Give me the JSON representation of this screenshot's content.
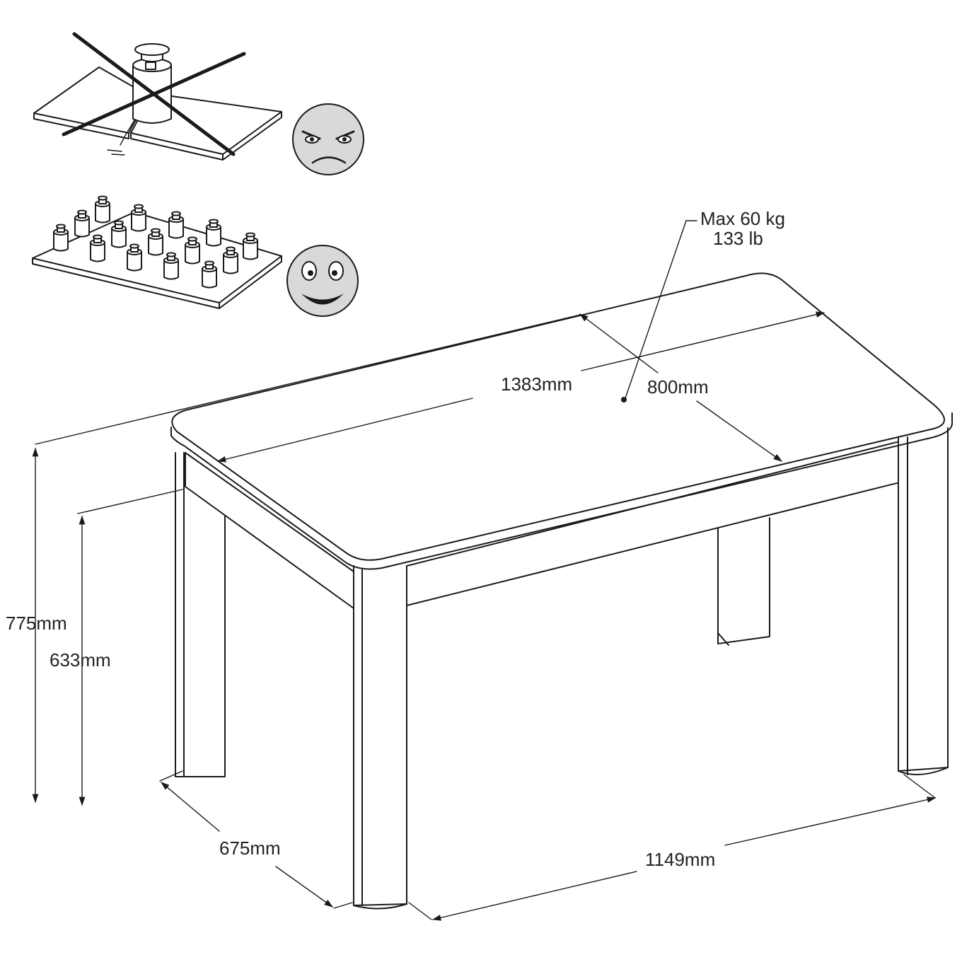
{
  "labels": {
    "max_load": "Max 60 kg",
    "max_load_lb": "133 lb",
    "top_length": "1383mm",
    "top_width": "800mm",
    "total_height": "775mm",
    "leg_clearance": "633mm",
    "leg_span_depth": "675mm",
    "leg_span_length": "1149mm"
  },
  "icons": {
    "concentrated_load": "single-weight-broken-board-icon",
    "distributed_load": "many-weights-board-icon",
    "angry_face": "angry-face-icon",
    "happy_face": "happy-face-icon"
  },
  "colors": {
    "ink": "#1a1a1a",
    "face_fill": "#d9d9d9",
    "paper": "#ffffff"
  }
}
